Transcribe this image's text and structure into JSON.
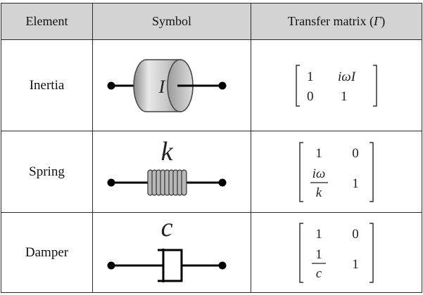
{
  "headers": {
    "element": "Element",
    "symbol": "Symbol",
    "transfer_prefix": "Transfer  matrix  (",
    "transfer_symbol": "Γ",
    "transfer_suffix": ")"
  },
  "rows": [
    {
      "element": "Inertia",
      "symbol_label": "I",
      "matrix": {
        "a": "1",
        "b": "iωI",
        "c": "0",
        "d": "1"
      }
    },
    {
      "element": "Spring",
      "symbol_label": "k",
      "matrix": {
        "a": "1",
        "b": "0",
        "c_num": "iω",
        "c_den": "k",
        "d": "1"
      }
    },
    {
      "element": "Damper",
      "symbol_label": "c",
      "matrix": {
        "a": "1",
        "b": "0",
        "c_num": "1",
        "c_den": "c",
        "d": "1"
      }
    }
  ]
}
